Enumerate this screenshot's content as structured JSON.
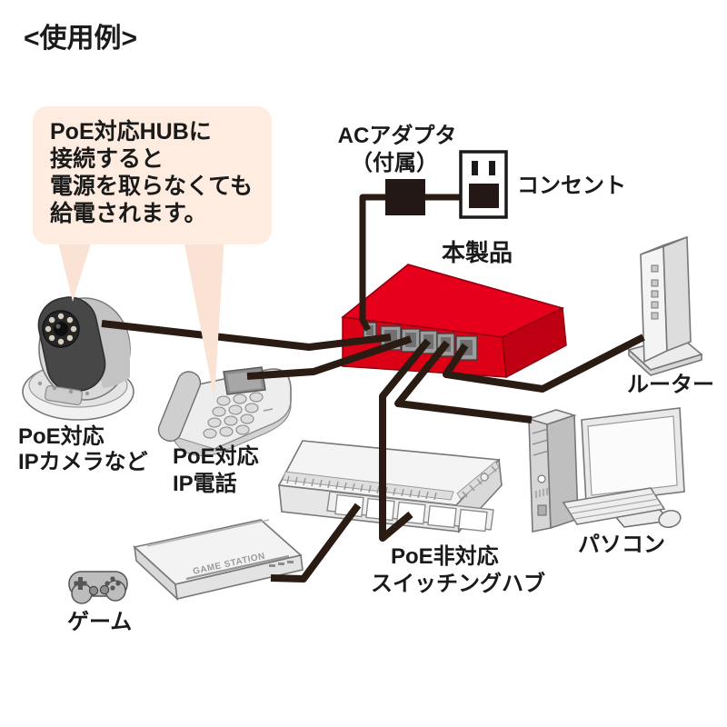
{
  "title": "<使用例>",
  "callout": {
    "lines": [
      "PoE対応HUBに",
      "接続すると",
      "電源を取らなくても",
      "給電されます。"
    ]
  },
  "labels": {
    "ac_adapter": [
      "ACアダプタ",
      "（付属）"
    ],
    "outlet": "コンセント",
    "product": "本製品",
    "router": "ルーター",
    "camera": [
      "PoE対応",
      "IPカメラなど"
    ],
    "phone": [
      "PoE対応",
      "IP電話"
    ],
    "switching_hub": [
      "PoE非対応",
      "スイッチングハブ"
    ],
    "pc": "パソコン",
    "game": "ゲーム",
    "console_brand": "GAME STATION"
  },
  "colors": {
    "product_red_top": "#e6001c",
    "product_red_front": "#db0016",
    "product_red_side": "#bf0013",
    "callout_bg": "#fdecdf",
    "callout_tail": "#fae2d4",
    "cable_black": "#2a1b13",
    "device_gray": "#efefef",
    "text_black": "#1a1a1a"
  }
}
